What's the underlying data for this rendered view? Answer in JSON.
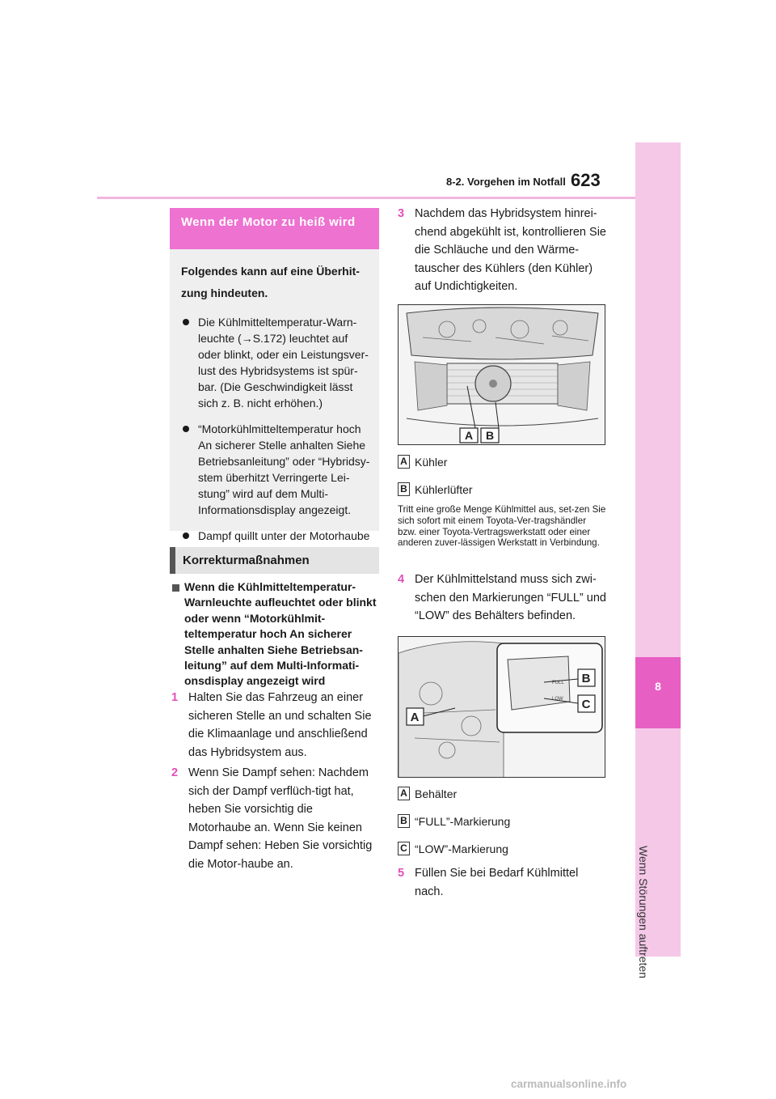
{
  "header": {
    "section": "8-2. Vorgehen im Notfall",
    "page_number": "623"
  },
  "side_tab": {
    "chapter_number": "8",
    "chapter_title": "Wenn Störungen auftreten"
  },
  "overheat": {
    "title": "Wenn der Motor zu heiß wird",
    "lead": "Folgendes kann auf eine Überhit-zung hindeuten.",
    "bullets": [
      "Die Kühlmitteltemperatur-Warn-leuchte (→S.172) leuchtet auf oder blinkt, oder ein Leistungsver-lust des Hybridsystems ist spür-bar. (Die Geschwindigkeit lässt sich z. B. nicht erhöhen.)",
      "“Motorkühlmitteltemperatur hoch An sicherer Stelle anhalten Siehe Betriebsanleitung” oder “Hybridsy-stem überhitzt Verringerte Lei-stung” wird auf dem Multi-Informationsdisplay angezeigt.",
      "Dampf quillt unter der Motorhaube hervor."
    ]
  },
  "measures": {
    "title": "Korrekturmaßnahmen",
    "subheading": "Wenn die Kühlmitteltemperatur-Warnleuchte aufleuchtet oder blinkt oder wenn “Motorkühlmit-teltemperatur hoch An sicherer Stelle anhalten Siehe Betriebsan-leitung” auf dem Multi-Informati-onsdisplay angezeigt wird",
    "steps": [
      {
        "num": "1",
        "text": "Halten Sie das Fahrzeug an einer sicheren Stelle an und schalten Sie die Klimaanlage und anschließend das Hybridsystem aus."
      },
      {
        "num": "2",
        "text": "Wenn Sie Dampf sehen: Nachdem sich der Dampf verflüch-tigt hat, heben Sie vorsichtig die Motorhaube an. Wenn Sie keinen Dampf sehen: Heben Sie vorsichtig die Motor-haube an."
      },
      {
        "num": "3",
        "text": "Nachdem das Hybridsystem hinrei-chend abgekühlt ist, kontrollieren Sie die Schläuche und den Wärme-tauscher des Kühlers (den Kühler) auf Undichtigkeiten."
      },
      {
        "num": "4",
        "text": "Der Kühlmittelstand muss sich zwi-schen den Markierungen “FULL” und “LOW” des Behälters befinden."
      },
      {
        "num": "5",
        "text": "Füllen Sie bei Bedarf Kühlmittel nach."
      }
    ]
  },
  "figure1": {
    "labels": [
      "A",
      "B"
    ],
    "callouts": [
      {
        "label": "A",
        "text": "Kühler"
      },
      {
        "label": "B",
        "text": "Kühlerlüfter"
      }
    ]
  },
  "note": "Tritt eine große Menge Kühlmittel aus, set-zen Sie sich sofort mit einem Toyota-Ver-tragshändler bzw. einer Toyota-Vertragswerkstatt oder einer anderen zuver-lässigen Werkstatt in Verbindung.",
  "figure2": {
    "labels": [
      "A",
      "B",
      "C"
    ],
    "tank_marks": [
      "FULL",
      "LOW"
    ],
    "callouts": [
      {
        "label": "A",
        "text": "Behälter"
      },
      {
        "label": "B",
        "text": "“FULL”-Markierung"
      },
      {
        "label": "C",
        "text": "“LOW”-Markierung"
      }
    ]
  },
  "watermark": "carmanualsonline.info"
}
